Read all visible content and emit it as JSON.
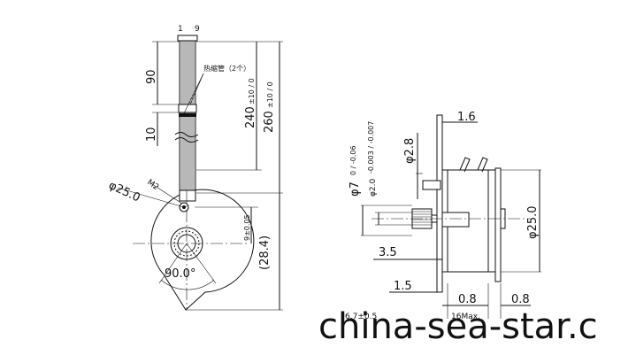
{
  "labels": {
    "pin_1": "1",
    "pin_9": "9",
    "shrink_tube": "热缩管（2个）",
    "dim_90": "90",
    "dim_10": "10",
    "dim_240": "240",
    "dim_240_tol": "±10 / 0",
    "dim_260": "260",
    "dim_260_tol": "±10 / 0",
    "dim_m2": "M2",
    "dim_d25_front": "φ25.0",
    "dim_9": "9±0.05",
    "dim_28_4": "(28.4)",
    "dim_90deg": "90.0°",
    "dim_1_6": "1.6",
    "dim_d2_8": "φ2.8",
    "dim_d7": "φ7",
    "dim_d7_tol": "0 / -0.06",
    "dim_d2": "φ2.0",
    "dim_d2_tol": "-0.003 / -0.007",
    "dim_3_5": "3.5",
    "dim_1_5": "1.5",
    "dim_0_8_a": "0.8",
    "dim_0_8_b": "0.8",
    "dim_d25_side": "φ25.0",
    "dim_6_7": "6.7±0.5",
    "dim_16max": "16Max."
  },
  "watermark": "china-sea-star.c"
}
